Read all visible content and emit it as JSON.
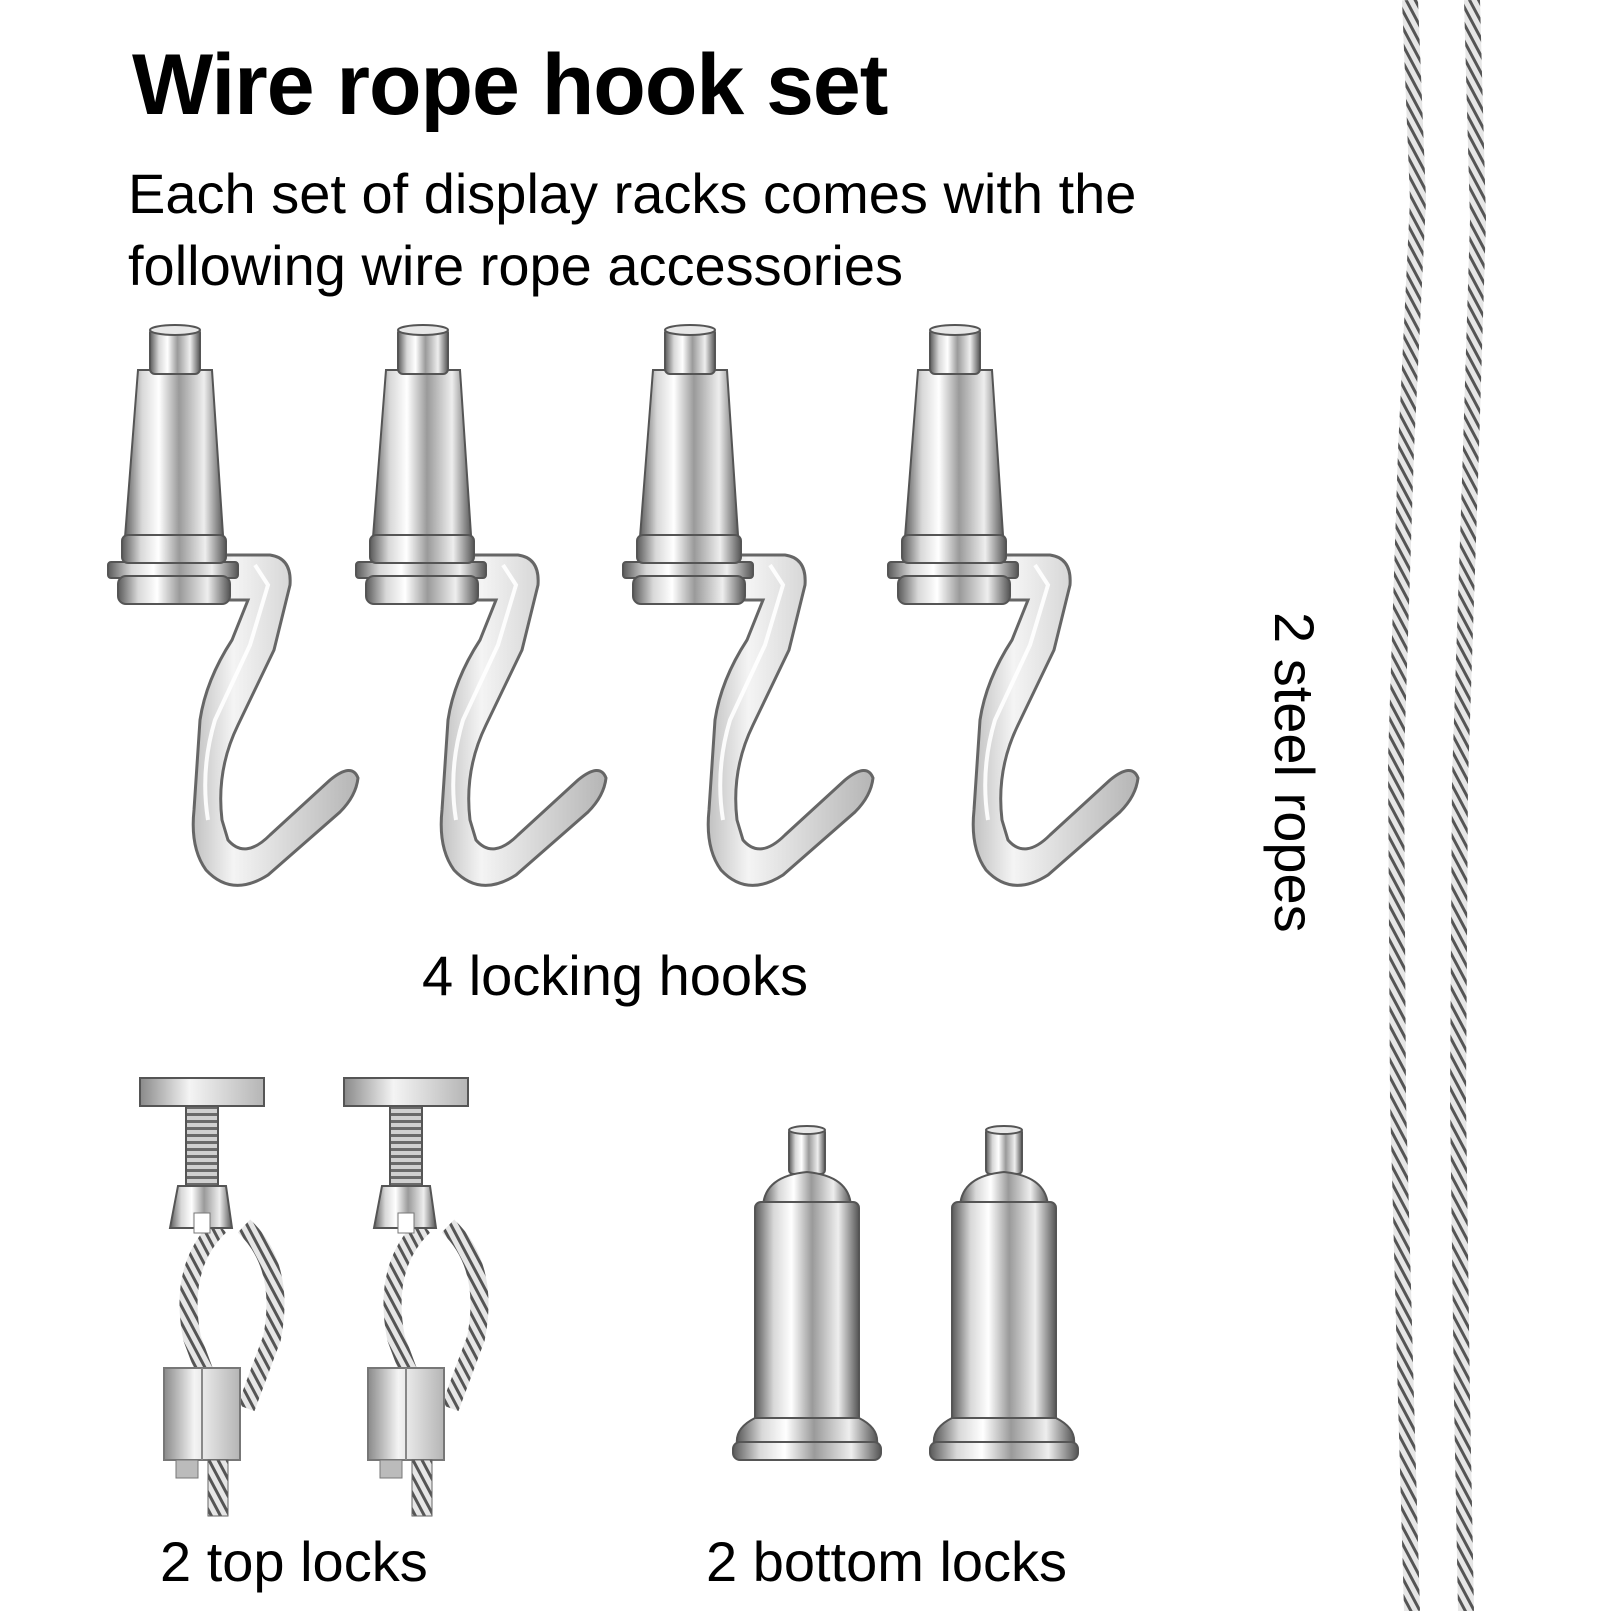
{
  "header": {
    "title": "Wire rope hook set",
    "subtitle": "Each set of display racks comes with the following wire rope accessories"
  },
  "items": {
    "locking_hooks": {
      "label": "4 locking hooks",
      "count": 4
    },
    "top_locks": {
      "label": "2 top locks",
      "count": 2
    },
    "bottom_locks": {
      "label": "2 bottom locks",
      "count": 2
    },
    "steel_ropes": {
      "label": "2 steel ropes",
      "count": 2
    }
  },
  "colors": {
    "background": "#ffffff",
    "text": "#000000",
    "metal_light": "#f2f2f2",
    "metal_mid": "#a8a8a8",
    "metal_dark": "#4a4a4a"
  }
}
